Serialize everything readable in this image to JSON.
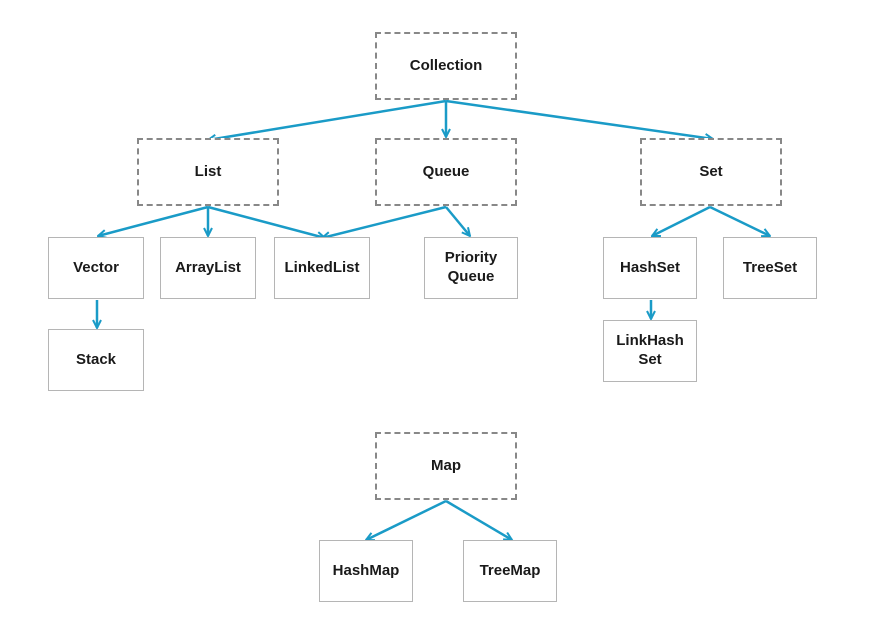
{
  "diagram": {
    "edge_color": "#1a9bc7",
    "node_border_dashed": "#888888",
    "node_border_solid": "#b5b5b5",
    "nodes": {
      "collection": "Collection",
      "list": "List",
      "queue": "Queue",
      "set": "Set",
      "vector": "Vector",
      "arraylist": "ArrayList",
      "linkedlist": "LinkedList",
      "priorityqueue": "Priority\nQueue",
      "stack": "Stack",
      "hashset": "HashSet",
      "treeset": "TreeSet",
      "linkhashset": "LinkHash\nSet",
      "map": "Map",
      "hashmap": "HashMap",
      "treemap": "TreeMap"
    },
    "edges": [
      [
        "collection",
        "list"
      ],
      [
        "collection",
        "queue"
      ],
      [
        "collection",
        "set"
      ],
      [
        "list",
        "vector"
      ],
      [
        "list",
        "arraylist"
      ],
      [
        "list",
        "linkedlist"
      ],
      [
        "queue",
        "linkedlist"
      ],
      [
        "queue",
        "priorityqueue"
      ],
      [
        "vector",
        "stack"
      ],
      [
        "set",
        "hashset"
      ],
      [
        "set",
        "treeset"
      ],
      [
        "hashset",
        "linkhashset"
      ],
      [
        "map",
        "hashmap"
      ],
      [
        "map",
        "treemap"
      ]
    ]
  }
}
